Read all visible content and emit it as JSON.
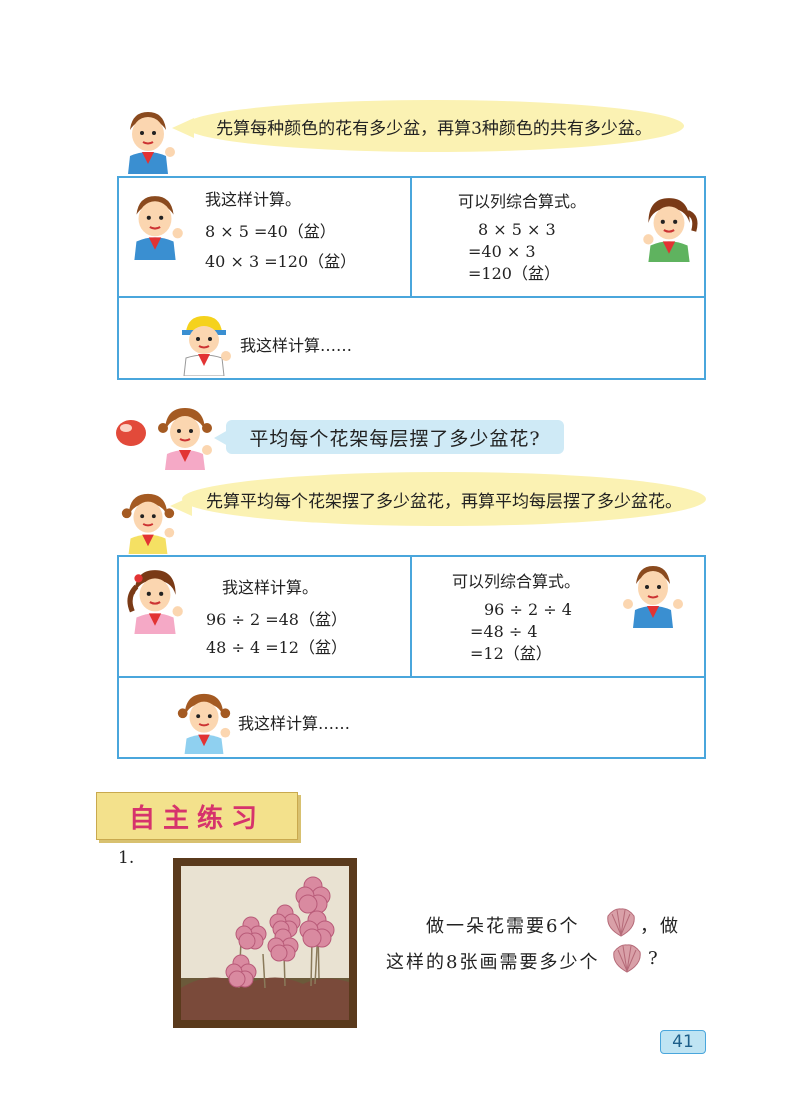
{
  "section1": {
    "bubble": "先算每种颜色的花有多少盆，再算3种颜色的共有多少盆。",
    "left_title": "我这样计算。",
    "left_lines": [
      "8 × 5 =40（盆）",
      "40 × 3 =120（盆）"
    ],
    "right_title": "可以列综合算式。",
    "right_lines": [
      "8 × 5 × 3",
      "=40 × 3",
      "=120（盆）"
    ],
    "bottom_text": "我这样计算……"
  },
  "section2": {
    "question": "平均每个花架每层摆了多少盆花?",
    "bubble": "先算平均每个花架摆了多少盆花，再算平均每层摆了多少盆花。",
    "left_title": "我这样计算。",
    "left_lines": [
      "96 ÷ 2 =48（盆）",
      "48 ÷ 4 =12（盆）"
    ],
    "right_title": "可以列综合算式。",
    "right_lines": [
      "96 ÷ 2 ÷ 4",
      "=48 ÷ 4",
      "=12（盆）"
    ],
    "bottom_text": "我这样计算……"
  },
  "practice": {
    "banner": "自主练习",
    "item_number": "1.",
    "problem_line1": "做一朵花需要6个",
    "problem_line1_end": "，做",
    "problem_line2": "这样的8张画需要多少个",
    "problem_line2_end": "?"
  },
  "page_number": "41",
  "colors": {
    "border": "#4aa6dc",
    "bubble": "#fbf2b3",
    "question_bubble": "#cfeaf6",
    "banner_text": "#d6336c"
  }
}
